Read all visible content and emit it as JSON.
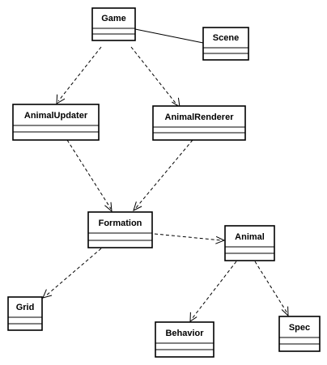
{
  "diagram": {
    "classes": [
      {
        "id": "game",
        "name": "Game"
      },
      {
        "id": "scene",
        "name": "Scene"
      },
      {
        "id": "animal_updater",
        "name": "AnimalUpdater"
      },
      {
        "id": "animal_renderer",
        "name": "AnimalRenderer"
      },
      {
        "id": "formation",
        "name": "Formation"
      },
      {
        "id": "animal",
        "name": "Animal"
      },
      {
        "id": "grid",
        "name": "Grid"
      },
      {
        "id": "behavior",
        "name": "Behavior"
      },
      {
        "id": "spec",
        "name": "Spec"
      }
    ],
    "relations": [
      {
        "from": "game",
        "to": "scene",
        "kind": "association"
      },
      {
        "from": "game",
        "to": "animal_updater",
        "kind": "dependency"
      },
      {
        "from": "game",
        "to": "animal_renderer",
        "kind": "dependency"
      },
      {
        "from": "animal_updater",
        "to": "formation",
        "kind": "dependency"
      },
      {
        "from": "animal_renderer",
        "to": "formation",
        "kind": "dependency"
      },
      {
        "from": "formation",
        "to": "animal",
        "kind": "dependency"
      },
      {
        "from": "formation",
        "to": "grid",
        "kind": "dependency"
      },
      {
        "from": "animal",
        "to": "behavior",
        "kind": "dependency"
      },
      {
        "from": "animal",
        "to": "spec",
        "kind": "dependency"
      }
    ]
  }
}
